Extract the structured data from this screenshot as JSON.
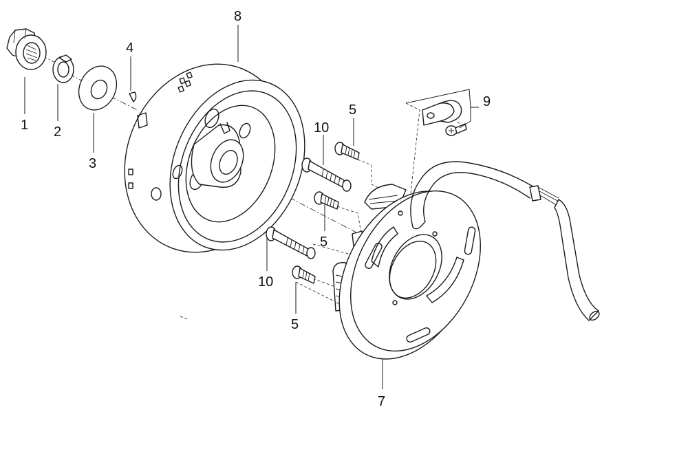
{
  "callouts": [
    {
      "id": "c1",
      "label": "1"
    },
    {
      "id": "c2",
      "label": "2"
    },
    {
      "id": "c3",
      "label": "3"
    },
    {
      "id": "c4",
      "label": "4"
    },
    {
      "id": "c5a",
      "label": "5"
    },
    {
      "id": "c5b",
      "label": "5"
    },
    {
      "id": "c5c",
      "label": "5"
    },
    {
      "id": "c7",
      "label": "7"
    },
    {
      "id": "c8",
      "label": "8"
    },
    {
      "id": "c9",
      "label": "9"
    },
    {
      "id": "c10a",
      "label": "10"
    },
    {
      "id": "c10b",
      "label": "10"
    }
  ],
  "parts": {
    "nut": "nut-icon",
    "lock_washer": "lock-washer-icon",
    "flat_washer": "flat-washer-icon",
    "woodruff_key": "woodruff-key-icon",
    "flywheel_rotor": "flywheel-rotor-icon",
    "stator_plate": "stator-plate-icon",
    "cable_clamp": "cable-clamp-icon",
    "screw": "screw-icon",
    "bolt": "bolt-icon",
    "wiring_harness": "wiring-harness-icon"
  },
  "colors": {
    "line": "#1a1a1a",
    "background": "#ffffff"
  }
}
